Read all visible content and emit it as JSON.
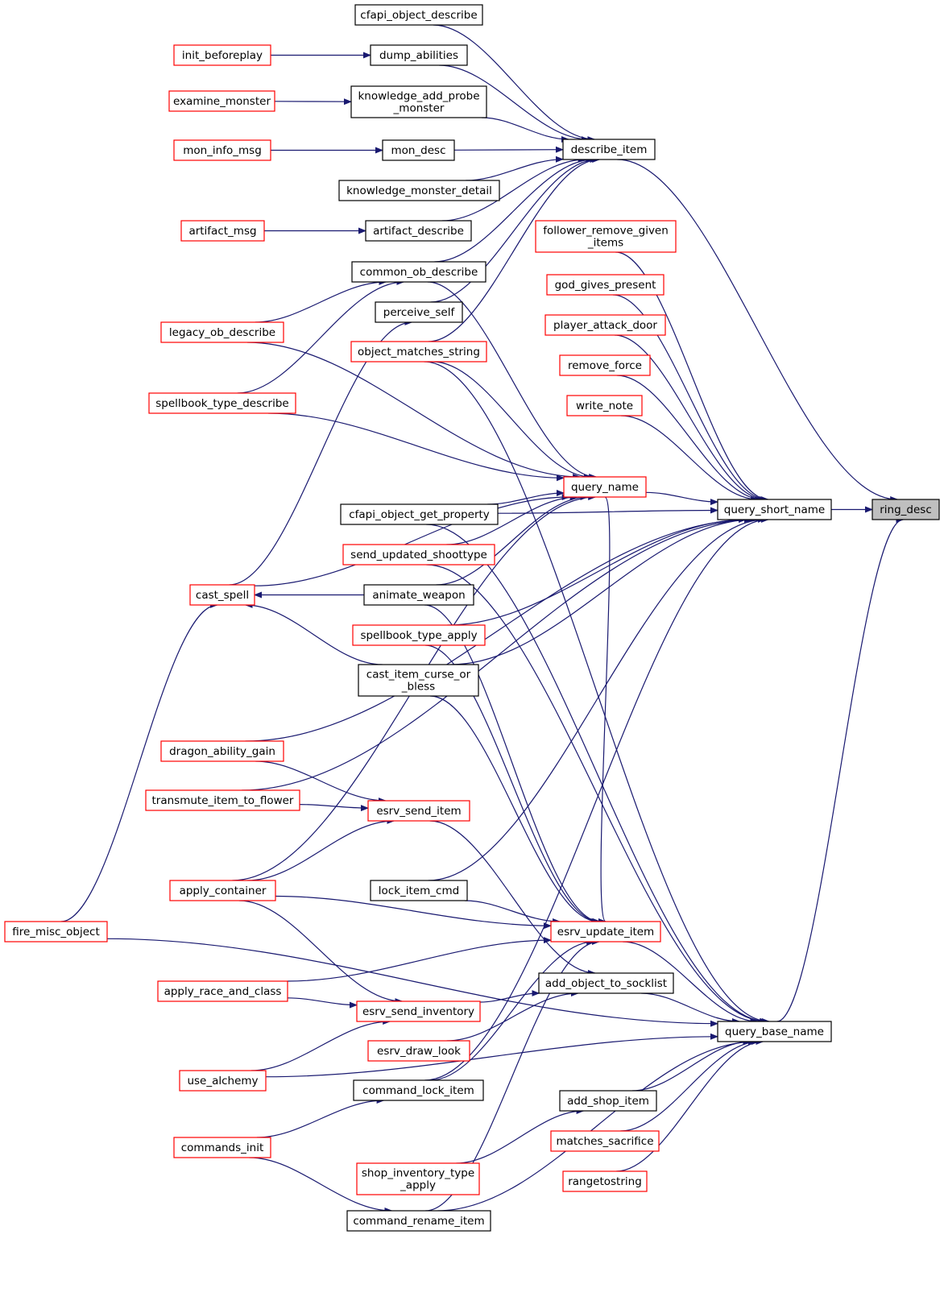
{
  "diagram": {
    "colors": {
      "edge": "#191970",
      "node_border_black": "#000000",
      "node_border_red": "#ff0000",
      "node_fill": "#ffffff",
      "focus_fill": "#bfbfbf"
    },
    "nodes": [
      {
        "id": "ring_desc",
        "lines": [
          "ring_desc"
        ],
        "style": "focus"
      },
      {
        "id": "describe_item",
        "lines": [
          "describe_item"
        ],
        "style": "black"
      },
      {
        "id": "query_short_name",
        "lines": [
          "query_short_name"
        ],
        "style": "black"
      },
      {
        "id": "query_base_name",
        "lines": [
          "query_base_name"
        ],
        "style": "black"
      },
      {
        "id": "cfapi_object_describe",
        "lines": [
          "cfapi_object_describe"
        ],
        "style": "black"
      },
      {
        "id": "dump_abilities",
        "lines": [
          "dump_abilities"
        ],
        "style": "black"
      },
      {
        "id": "knowledge_add_probe_monster",
        "lines": [
          "knowledge_add_probe",
          "_monster"
        ],
        "style": "black"
      },
      {
        "id": "mon_desc",
        "lines": [
          "mon_desc"
        ],
        "style": "black"
      },
      {
        "id": "knowledge_monster_detail",
        "lines": [
          "knowledge_monster_detail"
        ],
        "style": "black"
      },
      {
        "id": "artifact_describe",
        "lines": [
          "artifact_describe"
        ],
        "style": "black"
      },
      {
        "id": "common_ob_describe",
        "lines": [
          "common_ob_describe"
        ],
        "style": "black"
      },
      {
        "id": "perceive_self",
        "lines": [
          "perceive_self"
        ],
        "style": "black"
      },
      {
        "id": "object_matches_string",
        "lines": [
          "object_matches_string"
        ],
        "style": "red"
      },
      {
        "id": "init_beforeplay",
        "lines": [
          "init_beforeplay"
        ],
        "style": "red"
      },
      {
        "id": "examine_monster",
        "lines": [
          "examine_monster"
        ],
        "style": "red"
      },
      {
        "id": "mon_info_msg",
        "lines": [
          "mon_info_msg"
        ],
        "style": "red"
      },
      {
        "id": "artifact_msg",
        "lines": [
          "artifact_msg"
        ],
        "style": "red"
      },
      {
        "id": "legacy_ob_describe",
        "lines": [
          "legacy_ob_describe"
        ],
        "style": "red"
      },
      {
        "id": "spellbook_type_describe",
        "lines": [
          "spellbook_type_describe"
        ],
        "style": "red"
      },
      {
        "id": "follower_remove_given_items",
        "lines": [
          "follower_remove_given",
          "_items"
        ],
        "style": "red"
      },
      {
        "id": "god_gives_present",
        "lines": [
          "god_gives_present"
        ],
        "style": "red"
      },
      {
        "id": "player_attack_door",
        "lines": [
          "player_attack_door"
        ],
        "style": "red"
      },
      {
        "id": "remove_force",
        "lines": [
          "remove_force"
        ],
        "style": "red"
      },
      {
        "id": "write_note",
        "lines": [
          "write_note"
        ],
        "style": "red"
      },
      {
        "id": "query_name",
        "lines": [
          "query_name"
        ],
        "style": "red"
      },
      {
        "id": "cfapi_object_get_property",
        "lines": [
          "cfapi_object_get_property"
        ],
        "style": "black"
      },
      {
        "id": "send_updated_shoottype",
        "lines": [
          "send_updated_shoottype"
        ],
        "style": "red"
      },
      {
        "id": "cast_spell",
        "lines": [
          "cast_spell"
        ],
        "style": "red"
      },
      {
        "id": "animate_weapon",
        "lines": [
          "animate_weapon"
        ],
        "style": "black"
      },
      {
        "id": "spellbook_type_apply",
        "lines": [
          "spellbook_type_apply"
        ],
        "style": "red"
      },
      {
        "id": "cast_item_curse_or_bless",
        "lines": [
          "cast_item_curse_or",
          "_bless"
        ],
        "style": "black"
      },
      {
        "id": "dragon_ability_gain",
        "lines": [
          "dragon_ability_gain"
        ],
        "style": "red"
      },
      {
        "id": "transmute_item_to_flower",
        "lines": [
          "transmute_item_to_flower"
        ],
        "style": "red"
      },
      {
        "id": "esrv_send_item",
        "lines": [
          "esrv_send_item"
        ],
        "style": "red"
      },
      {
        "id": "apply_container",
        "lines": [
          "apply_container"
        ],
        "style": "red"
      },
      {
        "id": "lock_item_cmd",
        "lines": [
          "lock_item_cmd"
        ],
        "style": "black"
      },
      {
        "id": "fire_misc_object",
        "lines": [
          "fire_misc_object"
        ],
        "style": "red"
      },
      {
        "id": "esrv_update_item",
        "lines": [
          "esrv_update_item"
        ],
        "style": "red"
      },
      {
        "id": "add_object_to_socklist",
        "lines": [
          "add_object_to_socklist"
        ],
        "style": "black"
      },
      {
        "id": "apply_race_and_class",
        "lines": [
          "apply_race_and_class"
        ],
        "style": "red"
      },
      {
        "id": "esrv_send_inventory",
        "lines": [
          "esrv_send_inventory"
        ],
        "style": "red"
      },
      {
        "id": "esrv_draw_look",
        "lines": [
          "esrv_draw_look"
        ],
        "style": "red"
      },
      {
        "id": "use_alchemy",
        "lines": [
          "use_alchemy"
        ],
        "style": "red"
      },
      {
        "id": "command_lock_item",
        "lines": [
          "command_lock_item"
        ],
        "style": "black"
      },
      {
        "id": "add_shop_item",
        "lines": [
          "add_shop_item"
        ],
        "style": "black"
      },
      {
        "id": "commands_init",
        "lines": [
          "commands_init"
        ],
        "style": "red"
      },
      {
        "id": "matches_sacrifice",
        "lines": [
          "matches_sacrifice"
        ],
        "style": "red"
      },
      {
        "id": "shop_inventory_type_apply",
        "lines": [
          "shop_inventory_type",
          "_apply"
        ],
        "style": "red"
      },
      {
        "id": "rangetostring",
        "lines": [
          "rangetostring"
        ],
        "style": "red"
      },
      {
        "id": "command_rename_item",
        "lines": [
          "command_rename_item"
        ],
        "style": "black"
      }
    ],
    "edges": [
      {
        "from": "describe_item",
        "to": "ring_desc"
      },
      {
        "from": "query_short_name",
        "to": "ring_desc"
      },
      {
        "from": "query_base_name",
        "to": "ring_desc"
      },
      {
        "from": "cfapi_object_describe",
        "to": "describe_item"
      },
      {
        "from": "dump_abilities",
        "to": "describe_item"
      },
      {
        "from": "knowledge_add_probe_monster",
        "to": "describe_item"
      },
      {
        "from": "mon_desc",
        "to": "describe_item"
      },
      {
        "from": "knowledge_monster_detail",
        "to": "describe_item"
      },
      {
        "from": "artifact_describe",
        "to": "describe_item"
      },
      {
        "from": "common_ob_describe",
        "to": "describe_item"
      },
      {
        "from": "perceive_self",
        "to": "describe_item"
      },
      {
        "from": "object_matches_string",
        "to": "describe_item"
      },
      {
        "from": "init_beforeplay",
        "to": "dump_abilities"
      },
      {
        "from": "examine_monster",
        "to": "knowledge_add_probe_monster"
      },
      {
        "from": "mon_info_msg",
        "to": "mon_desc"
      },
      {
        "from": "artifact_msg",
        "to": "artifact_describe"
      },
      {
        "from": "legacy_ob_describe",
        "to": "common_ob_describe"
      },
      {
        "from": "spellbook_type_describe",
        "to": "common_ob_describe"
      },
      {
        "from": "cast_spell",
        "to": "perceive_self"
      },
      {
        "from": "query_name",
        "to": "query_short_name"
      },
      {
        "from": "cfapi_object_get_property",
        "to": "query_short_name"
      },
      {
        "from": "follower_remove_given_items",
        "to": "query_short_name"
      },
      {
        "from": "god_gives_present",
        "to": "query_short_name"
      },
      {
        "from": "player_attack_door",
        "to": "query_short_name"
      },
      {
        "from": "remove_force",
        "to": "query_short_name"
      },
      {
        "from": "write_note",
        "to": "query_short_name"
      },
      {
        "from": "spellbook_type_apply",
        "to": "query_short_name"
      },
      {
        "from": "cast_item_curse_or_bless",
        "to": "query_short_name"
      },
      {
        "from": "dragon_ability_gain",
        "to": "query_short_name"
      },
      {
        "from": "transmute_item_to_flower",
        "to": "query_short_name"
      },
      {
        "from": "lock_item_cmd",
        "to": "query_short_name"
      },
      {
        "from": "command_lock_item",
        "to": "query_short_name"
      },
      {
        "from": "common_ob_describe",
        "to": "query_name"
      },
      {
        "from": "object_matches_string",
        "to": "query_name"
      },
      {
        "from": "legacy_ob_describe",
        "to": "query_name"
      },
      {
        "from": "spellbook_type_describe",
        "to": "query_name"
      },
      {
        "from": "cast_spell",
        "to": "query_name"
      },
      {
        "from": "cfapi_object_get_property",
        "to": "query_name"
      },
      {
        "from": "send_updated_shoottype",
        "to": "query_name"
      },
      {
        "from": "animate_weapon",
        "to": "query_name"
      },
      {
        "from": "apply_container",
        "to": "query_name"
      },
      {
        "from": "animate_weapon",
        "to": "cast_spell"
      },
      {
        "from": "cast_item_curse_or_bless",
        "to": "cast_spell"
      },
      {
        "from": "fire_misc_object",
        "to": "cast_spell"
      },
      {
        "from": "dragon_ability_gain",
        "to": "esrv_send_item"
      },
      {
        "from": "transmute_item_to_flower",
        "to": "esrv_send_item"
      },
      {
        "from": "apply_container",
        "to": "esrv_send_item"
      },
      {
        "from": "query_name",
        "to": "esrv_update_item"
      },
      {
        "from": "animate_weapon",
        "to": "esrv_update_item"
      },
      {
        "from": "spellbook_type_apply",
        "to": "esrv_update_item"
      },
      {
        "from": "cast_item_curse_or_bless",
        "to": "esrv_update_item"
      },
      {
        "from": "apply_container",
        "to": "esrv_update_item"
      },
      {
        "from": "lock_item_cmd",
        "to": "esrv_update_item"
      },
      {
        "from": "apply_race_and_class",
        "to": "esrv_update_item"
      },
      {
        "from": "command_lock_item",
        "to": "esrv_update_item"
      },
      {
        "from": "command_rename_item",
        "to": "esrv_update_item"
      },
      {
        "from": "esrv_send_item",
        "to": "add_object_to_socklist"
      },
      {
        "from": "esrv_send_inventory",
        "to": "add_object_to_socklist"
      },
      {
        "from": "esrv_draw_look",
        "to": "add_object_to_socklist"
      },
      {
        "from": "apply_container",
        "to": "esrv_send_inventory"
      },
      {
        "from": "apply_race_and_class",
        "to": "esrv_send_inventory"
      },
      {
        "from": "use_alchemy",
        "to": "esrv_send_inventory"
      },
      {
        "from": "commands_init",
        "to": "command_lock_item"
      },
      {
        "from": "commands_init",
        "to": "command_rename_item"
      },
      {
        "from": "shop_inventory_type_apply",
        "to": "add_shop_item"
      },
      {
        "from": "esrv_update_item",
        "to": "query_base_name"
      },
      {
        "from": "add_object_to_socklist",
        "to": "query_base_name"
      },
      {
        "from": "add_shop_item",
        "to": "query_base_name"
      },
      {
        "from": "matches_sacrifice",
        "to": "query_base_name"
      },
      {
        "from": "rangetostring",
        "to": "query_base_name"
      },
      {
        "from": "command_rename_item",
        "to": "query_base_name"
      },
      {
        "from": "fire_misc_object",
        "to": "query_base_name"
      },
      {
        "from": "cfapi_object_get_property",
        "to": "query_base_name"
      },
      {
        "from": "send_updated_shoottype",
        "to": "query_base_name"
      },
      {
        "from": "object_matches_string",
        "to": "query_base_name"
      },
      {
        "from": "use_alchemy",
        "to": "query_base_name"
      }
    ]
  }
}
